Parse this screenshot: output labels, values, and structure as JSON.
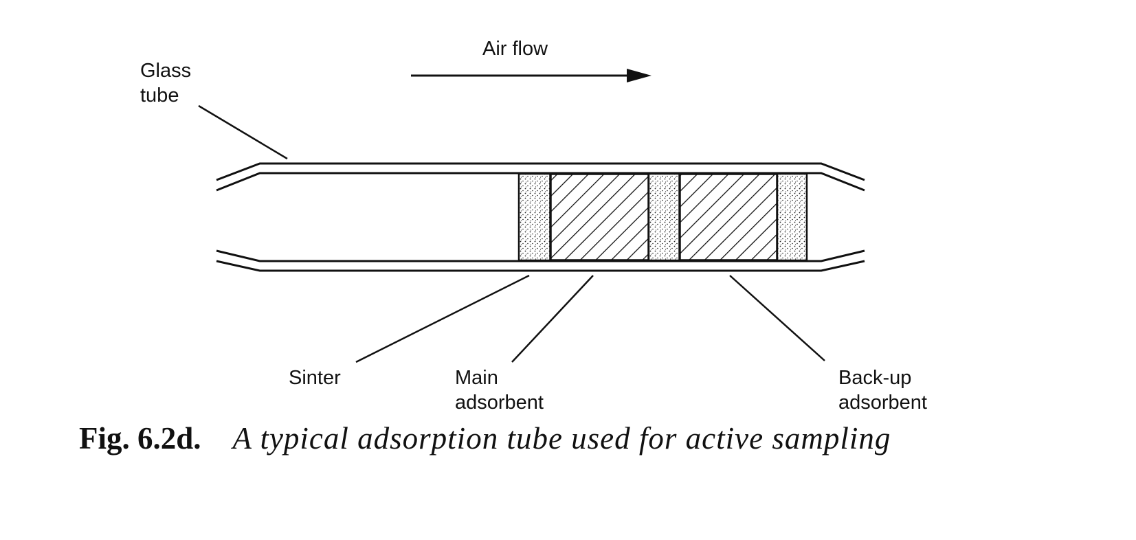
{
  "labels": {
    "air_flow": "Air flow",
    "glass_tube_line1": "Glass",
    "glass_tube_line2": "tube",
    "sinter": "Sinter",
    "main_adsorbent_line1": "Main",
    "main_adsorbent_line2": "adsorbent",
    "backup_adsorbent_line1": "Back-up",
    "backup_adsorbent_line2": "adsorbent"
  },
  "caption": {
    "figure_number": "Fig. 6.2d.",
    "text": "A typical adsorption tube used for active sampling"
  }
}
